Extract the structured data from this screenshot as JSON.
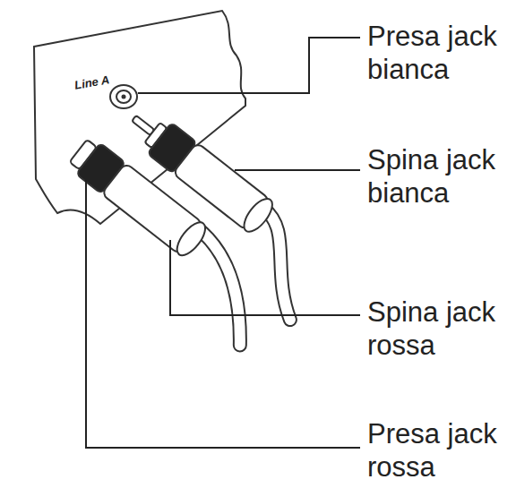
{
  "diagram": {
    "labels": [
      "Line A",
      "Presa jack bianca",
      "Spina jack bianca",
      "Spina jack rossa",
      "Presa jack rossa"
    ]
  }
}
